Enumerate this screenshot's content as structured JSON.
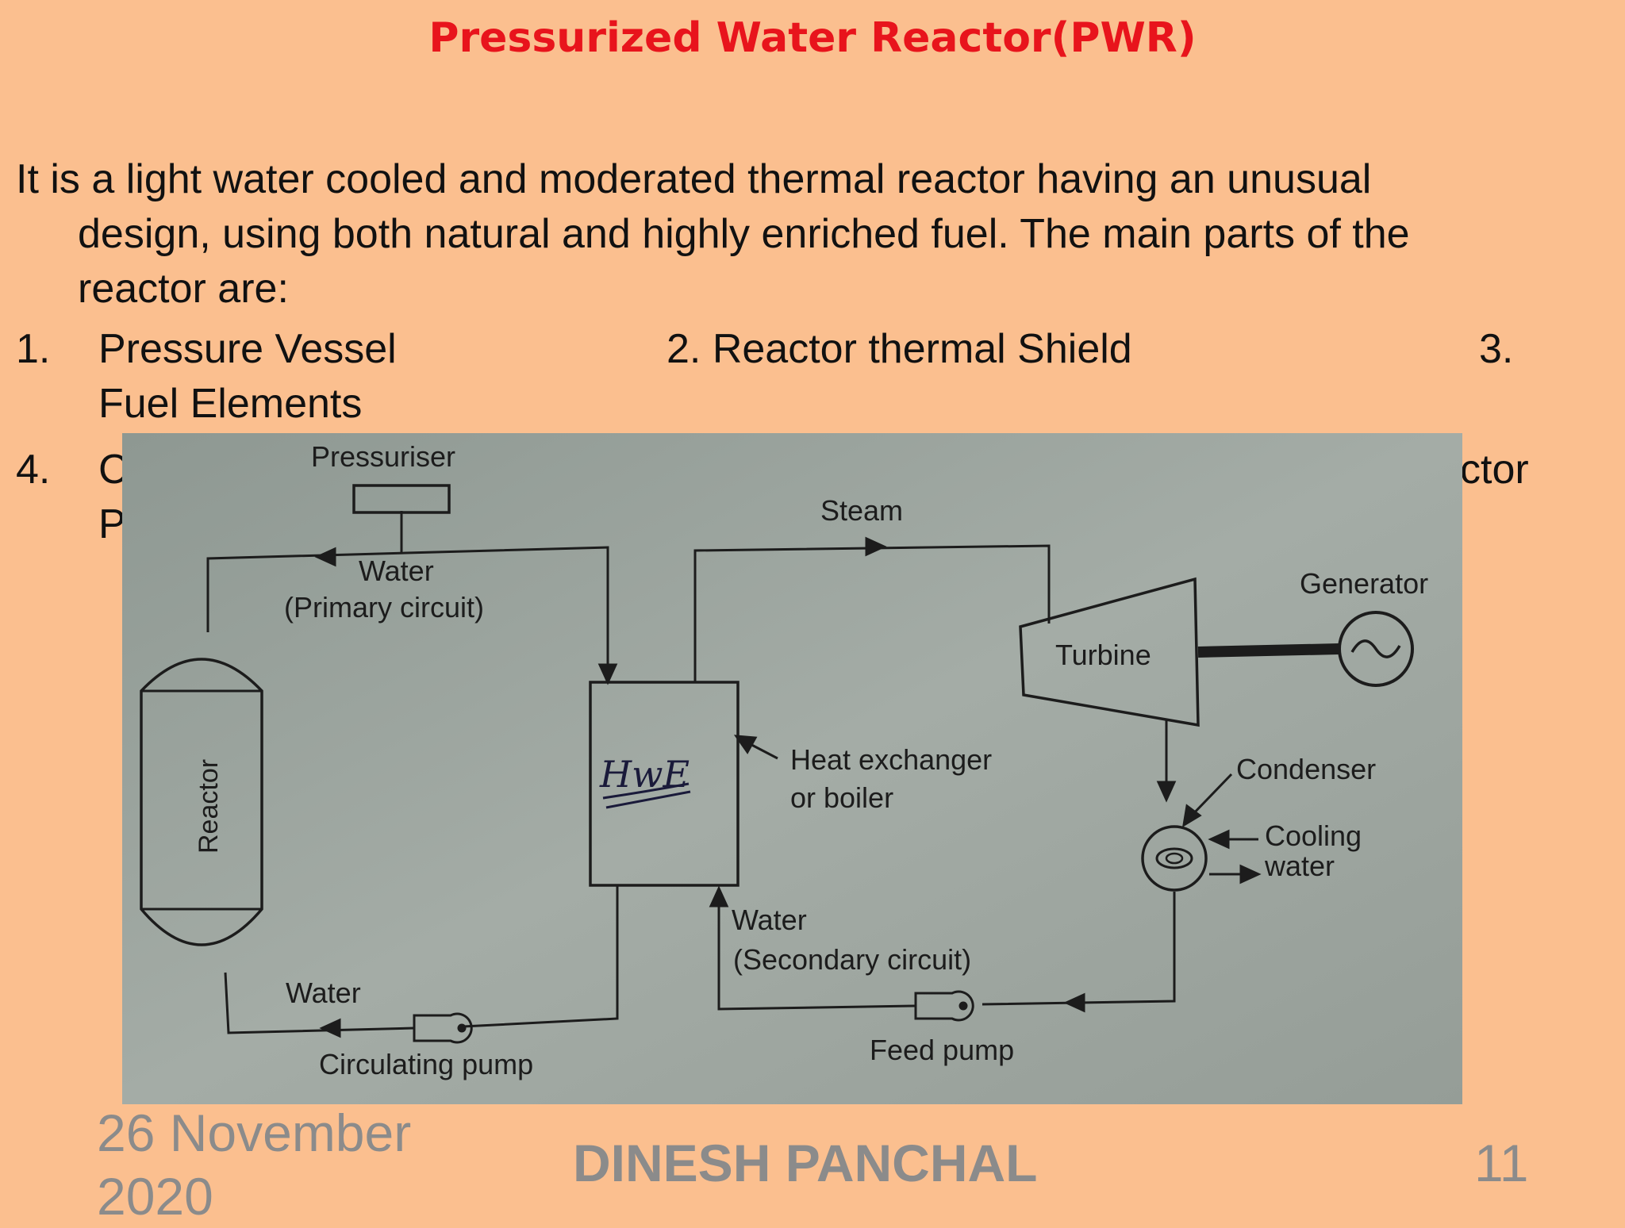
{
  "slide": {
    "title": "Pressurized Water Reactor(PWR)",
    "intro": {
      "line1": "It is a light water cooled and moderated thermal reactor having an unusual",
      "line2": "design, using both natural and highly enriched fuel. The main parts of the",
      "line3": "reactor are:"
    },
    "items": {
      "num1": "1.",
      "item1": "Pressure Vessel",
      "item2": "2. Reactor thermal Shield",
      "num3": "3.",
      "item3": "Fuel Elements",
      "num4": "4.",
      "item4_visible": "C",
      "item4_cont_visible": "P",
      "item_tail_visible": "ctor"
    }
  },
  "diagram": {
    "labels": {
      "pressuriser": "Pressuriser",
      "steam": "Steam",
      "water_primary": "Water",
      "primary_circuit": "(Primary circuit)",
      "generator": "Generator",
      "turbine": "Turbine",
      "reactor": "Reactor",
      "hx_handwritten": "HwE",
      "heat_exchanger": "Heat exchanger",
      "or_boiler": "or boiler",
      "condenser": "Condenser",
      "cooling": "Cooling",
      "water_cooling": "water",
      "water_secondary": "Water",
      "secondary_circuit": "(Secondary circuit)",
      "water_return": "Water",
      "circulating_pump": "Circulating pump",
      "feed_pump": "Feed pump"
    }
  },
  "footer": {
    "date_line1": "26 November",
    "date_line2": "2020",
    "author": "DINESH PANCHAL",
    "page": "11"
  },
  "colors": {
    "background": "#fbbf8f",
    "title": "#e8141c",
    "footer_text": "#8b8b8b",
    "photo_bg": "#9aa29c"
  }
}
